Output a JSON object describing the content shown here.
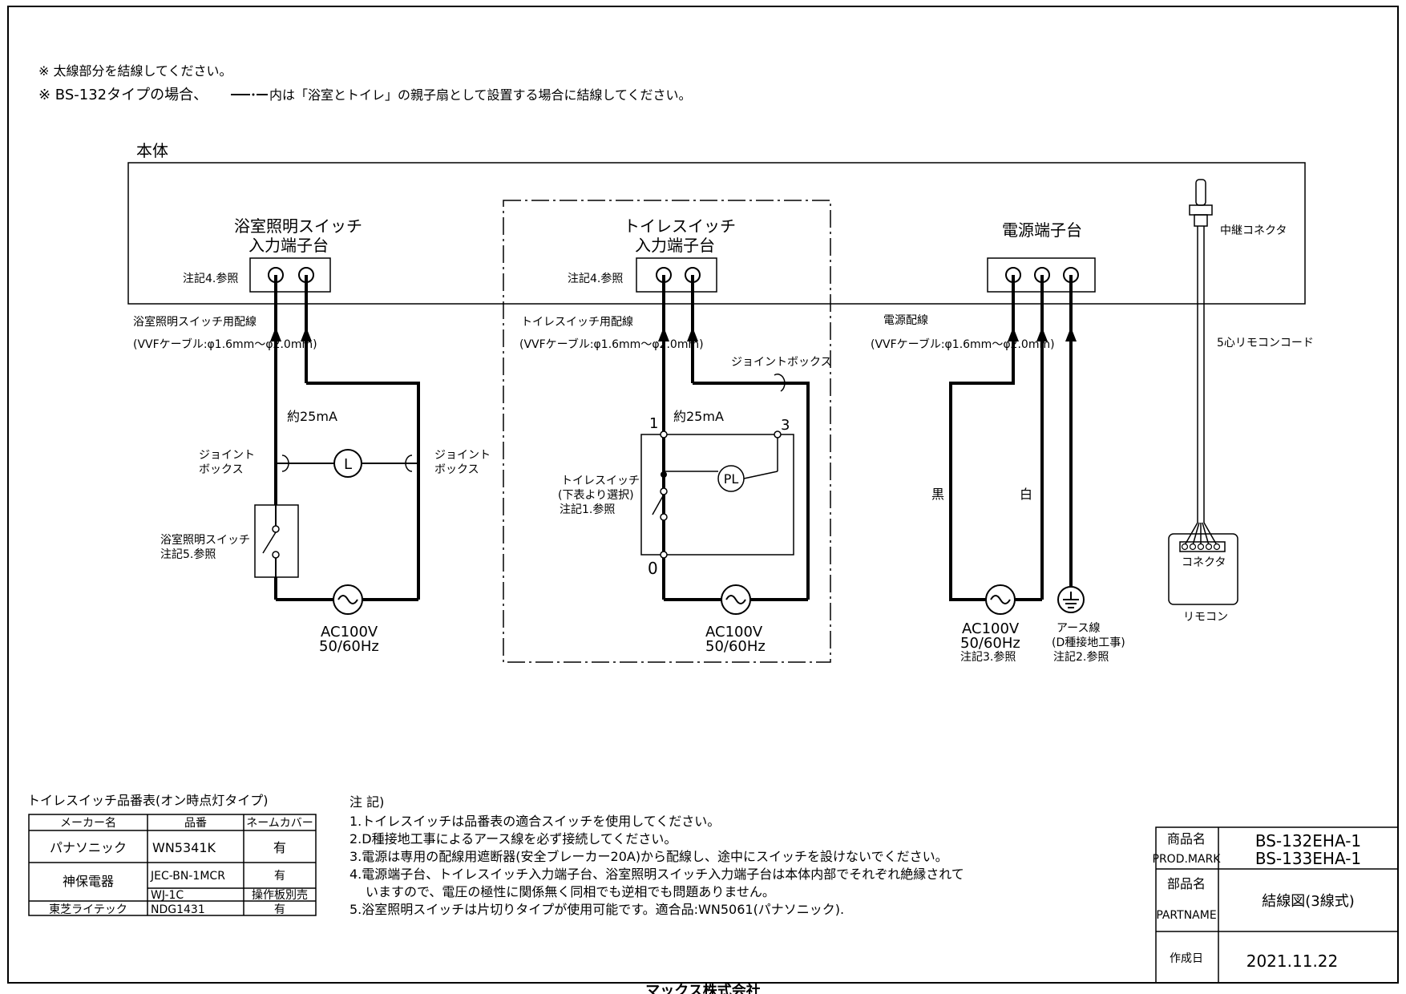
{
  "notes_top": {
    "line1": "※ 太線部分を結線してください。",
    "line2a": "※ BS-132タイプの場合、",
    "line2b": "内は「浴室とトイレ」の親子扇として設置する場合に結線してください。"
  },
  "body_label": "本体",
  "bath_terminal": {
    "title1": "浴室照明スイッチ",
    "title2": "入力端子台",
    "ref": "注記4.参照"
  },
  "toilet_terminal": {
    "title1": "トイレスイッチ",
    "title2": "入力端子台",
    "ref": "注記4.参照"
  },
  "power_terminal": {
    "title": "電源端子台"
  },
  "relay_connector": "中継コネクタ",
  "remote_cord": "5心リモコンコード",
  "bath_wiring": {
    "title": "浴室照明スイッチ用配線",
    "cable": "(VVFケーブル:φ1.6mm～φ2.0mm)"
  },
  "toilet_wiring": {
    "title": "トイレスイッチ用配線",
    "cable": "(VVFケーブル:φ1.6mm～φ2.0mm)"
  },
  "power_wiring": {
    "title": "電源配線",
    "cable": "(VVFケーブル:φ1.6mm～φ2.0mm)"
  },
  "bath_circuit": {
    "current": "約25mA",
    "jb_left1": "ジョイント",
    "jb_left2": "ボックス",
    "jb_right1": "ジョイント",
    "jb_right2": "ボックス",
    "lamp": "L",
    "switch1": "浴室照明スイッチ",
    "switch2": "注記5.参照",
    "ac1": "AC100V",
    "ac2": "50/60Hz"
  },
  "toilet_circuit": {
    "junction_box": "ジョイントボックス",
    "current": "約25mA",
    "term1": "1",
    "term3": "3",
    "term0": "0",
    "pilot": "PL",
    "switch1": "トイレスイッチ",
    "switch2": "(下表より選択)",
    "switch3": "注記1.参照",
    "ac1": "AC100V",
    "ac2": "50/60Hz"
  },
  "power_circuit": {
    "black": "黒",
    "white": "白",
    "ac1": "AC100V",
    "ac2": "50/60Hz",
    "ac3": "注記3.参照",
    "earth1": "アース線",
    "earth2": "(D種接地工事)",
    "earth3": "注記2.参照"
  },
  "remote": {
    "connector": "コネクタ",
    "label": "リモコン"
  },
  "switch_table": {
    "title": "トイレスイッチ品番表(オン時点灯タイプ)",
    "headers": [
      "メーカー名",
      "品番",
      "ネームカバー"
    ],
    "rows": [
      {
        "maker": "パナソニック",
        "part": "WN5341K",
        "cover": "有"
      },
      {
        "maker": "神保電器",
        "part": "JEC-BN-1MCR",
        "cover": "有"
      },
      {
        "maker": "",
        "part": "WJ-1C",
        "cover": "操作板別売"
      },
      {
        "maker": "東芝ライテック",
        "part": "NDG1431",
        "cover": "有"
      }
    ]
  },
  "notes": {
    "heading": "注 記)",
    "n1": "1.トイレスイッチは品番表の適合スイッチを使用してください。",
    "n2": "2.D種接地工事によるアース線を必ず接続してください。",
    "n3": "3.電源は専用の配線用遮断器(安全ブレーカー20A)から配線し、途中にスイッチを設けないでください。",
    "n4a": "4.電源端子台、トイレスイッチ入力端子台、浴室照明スイッチ入力端子台は本体内部でそれぞれ絶縁されて",
    "n4b": "いますので、電圧の極性に関係無く同相でも逆相でも問題ありません。",
    "n5": "5.浴室照明スイッチは片切りタイプが使用可能です。適合品:WN5061(パナソニック)."
  },
  "title_block": {
    "product_label": "商品名",
    "product_label_en": "PROD.MARK",
    "product1": "BS-132EHA-1",
    "product2": "BS-133EHA-1",
    "part_label": "部品名",
    "part_label_en": "PARTNAME",
    "part_name": "結線図(3線式)",
    "date_label": "作成日",
    "date": "2021.11.22"
  },
  "company": "マックス株式会社"
}
